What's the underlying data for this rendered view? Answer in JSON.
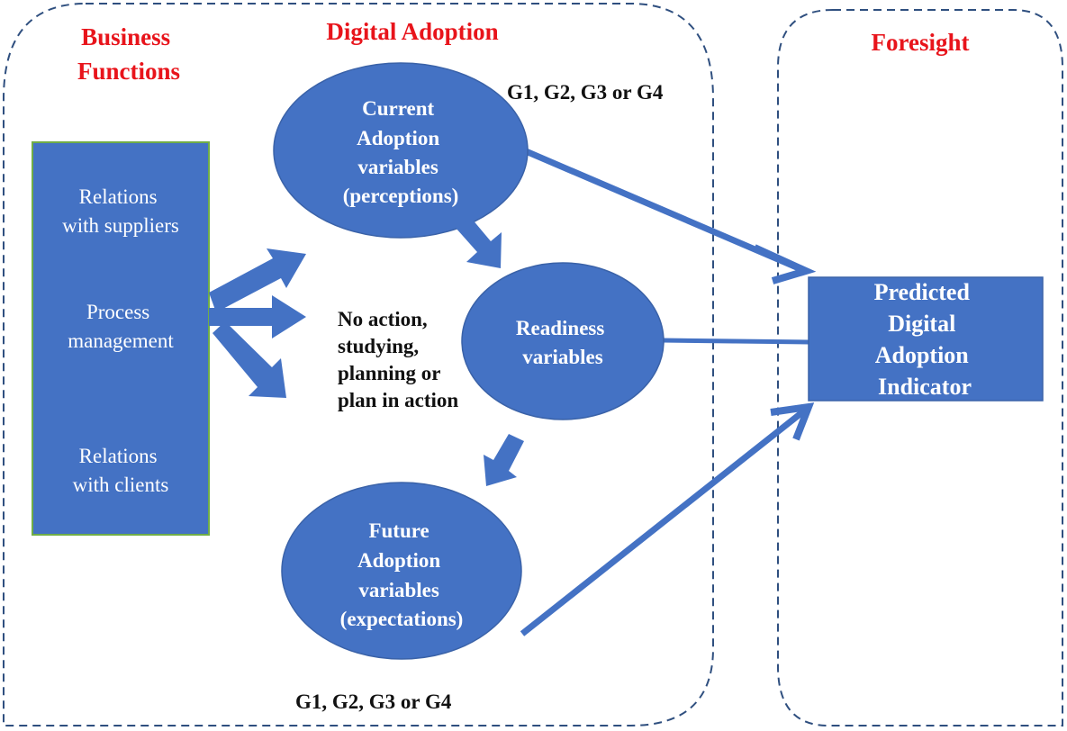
{
  "colors": {
    "shape_fill": "#4472c4",
    "shape_stroke": "#3a62a8",
    "left_box_stroke": "#70ad47",
    "container_dash": "#2f4f7f",
    "title_red": "#e8141b",
    "label_black": "#111111"
  },
  "sections": {
    "business_functions": {
      "title_lines": [
        "Business",
        "Functions"
      ]
    },
    "digital_adoption": {
      "title": "Digital Adoption"
    },
    "foresight": {
      "title": "Foresight"
    }
  },
  "business_box": {
    "items": [
      {
        "lines": [
          "Relations",
          "with suppliers"
        ]
      },
      {
        "lines": [
          "Process",
          "management"
        ]
      },
      {
        "lines": [
          "Relations",
          "with clients"
        ]
      }
    ]
  },
  "nodes": {
    "current": {
      "lines": [
        "Current",
        "Adoption",
        "variables",
        "(perceptions)"
      ]
    },
    "readiness": {
      "lines": [
        "Readiness",
        "variables"
      ]
    },
    "future": {
      "lines": [
        "Future",
        "Adoption",
        "variables",
        "(expectations)"
      ]
    },
    "indicator": {
      "lines": [
        "Predicted",
        "Digital",
        "Adoption",
        "Indicator"
      ]
    }
  },
  "labels": {
    "groups_top": "G1, G2, G3 or G4",
    "groups_bottom": "G1, G2, G3 or G4",
    "stages_lines": [
      "No action,",
      "studying,",
      "planning or",
      "plan in action"
    ]
  },
  "edges": [
    {
      "from": "business_box",
      "to": "current",
      "style": "block-arrow"
    },
    {
      "from": "business_box",
      "to": "stages",
      "style": "block-arrow"
    },
    {
      "from": "business_box",
      "to": "stages-lower",
      "style": "block-arrow"
    },
    {
      "from": "current",
      "to": "readiness",
      "style": "block-arrow"
    },
    {
      "from": "readiness",
      "to": "future",
      "style": "block-arrow"
    },
    {
      "from": "current",
      "to": "indicator",
      "style": "line-arrow"
    },
    {
      "from": "readiness",
      "to": "indicator",
      "style": "line"
    },
    {
      "from": "future",
      "to": "indicator",
      "style": "line-arrow"
    }
  ]
}
